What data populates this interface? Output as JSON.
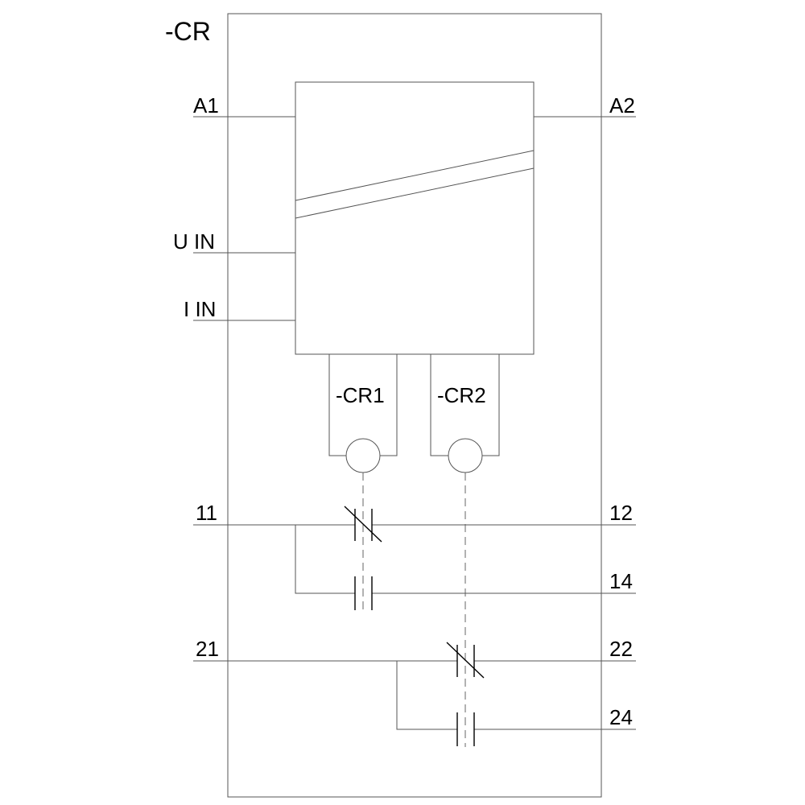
{
  "device": {
    "tag": "-CR"
  },
  "terminals": {
    "a1": "A1",
    "a2": "A2",
    "u_in": "U IN",
    "i_in": "I IN",
    "t11": "11",
    "t12": "12",
    "t14": "14",
    "t21": "21",
    "t22": "22",
    "t24": "24"
  },
  "sub_relays": {
    "cr1": "-CR1",
    "cr2": "-CR2"
  },
  "colors": {
    "wire": "#555555",
    "contact": "#000000",
    "text": "#000000"
  }
}
